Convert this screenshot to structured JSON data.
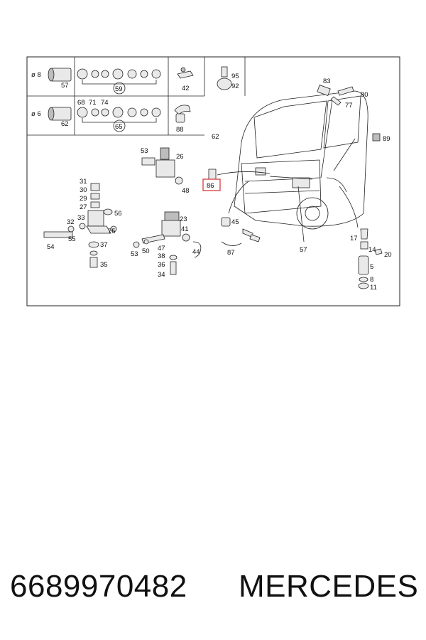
{
  "diagram": {
    "highlight_color": "#d62b2b",
    "highlight_callout": "86",
    "size_labels": [
      "ø 8",
      "ø 6"
    ],
    "callouts": [
      "57",
      "59",
      "42",
      "95",
      "92",
      "62",
      "68",
      "71",
      "74",
      "65",
      "88",
      "83",
      "80",
      "77",
      "89",
      "53",
      "26",
      "62",
      "48",
      "86",
      "31",
      "30",
      "29",
      "27",
      "56",
      "32",
      "33",
      "75",
      "54",
      "55",
      "37",
      "35",
      "23",
      "41",
      "53",
      "50",
      "47",
      "38",
      "44",
      "36",
      "34",
      "45",
      "87",
      "57",
      "17",
      "14",
      "20",
      "5",
      "8",
      "11"
    ]
  },
  "footer": {
    "part_number": "6689970482",
    "brand": "MERCEDES"
  }
}
